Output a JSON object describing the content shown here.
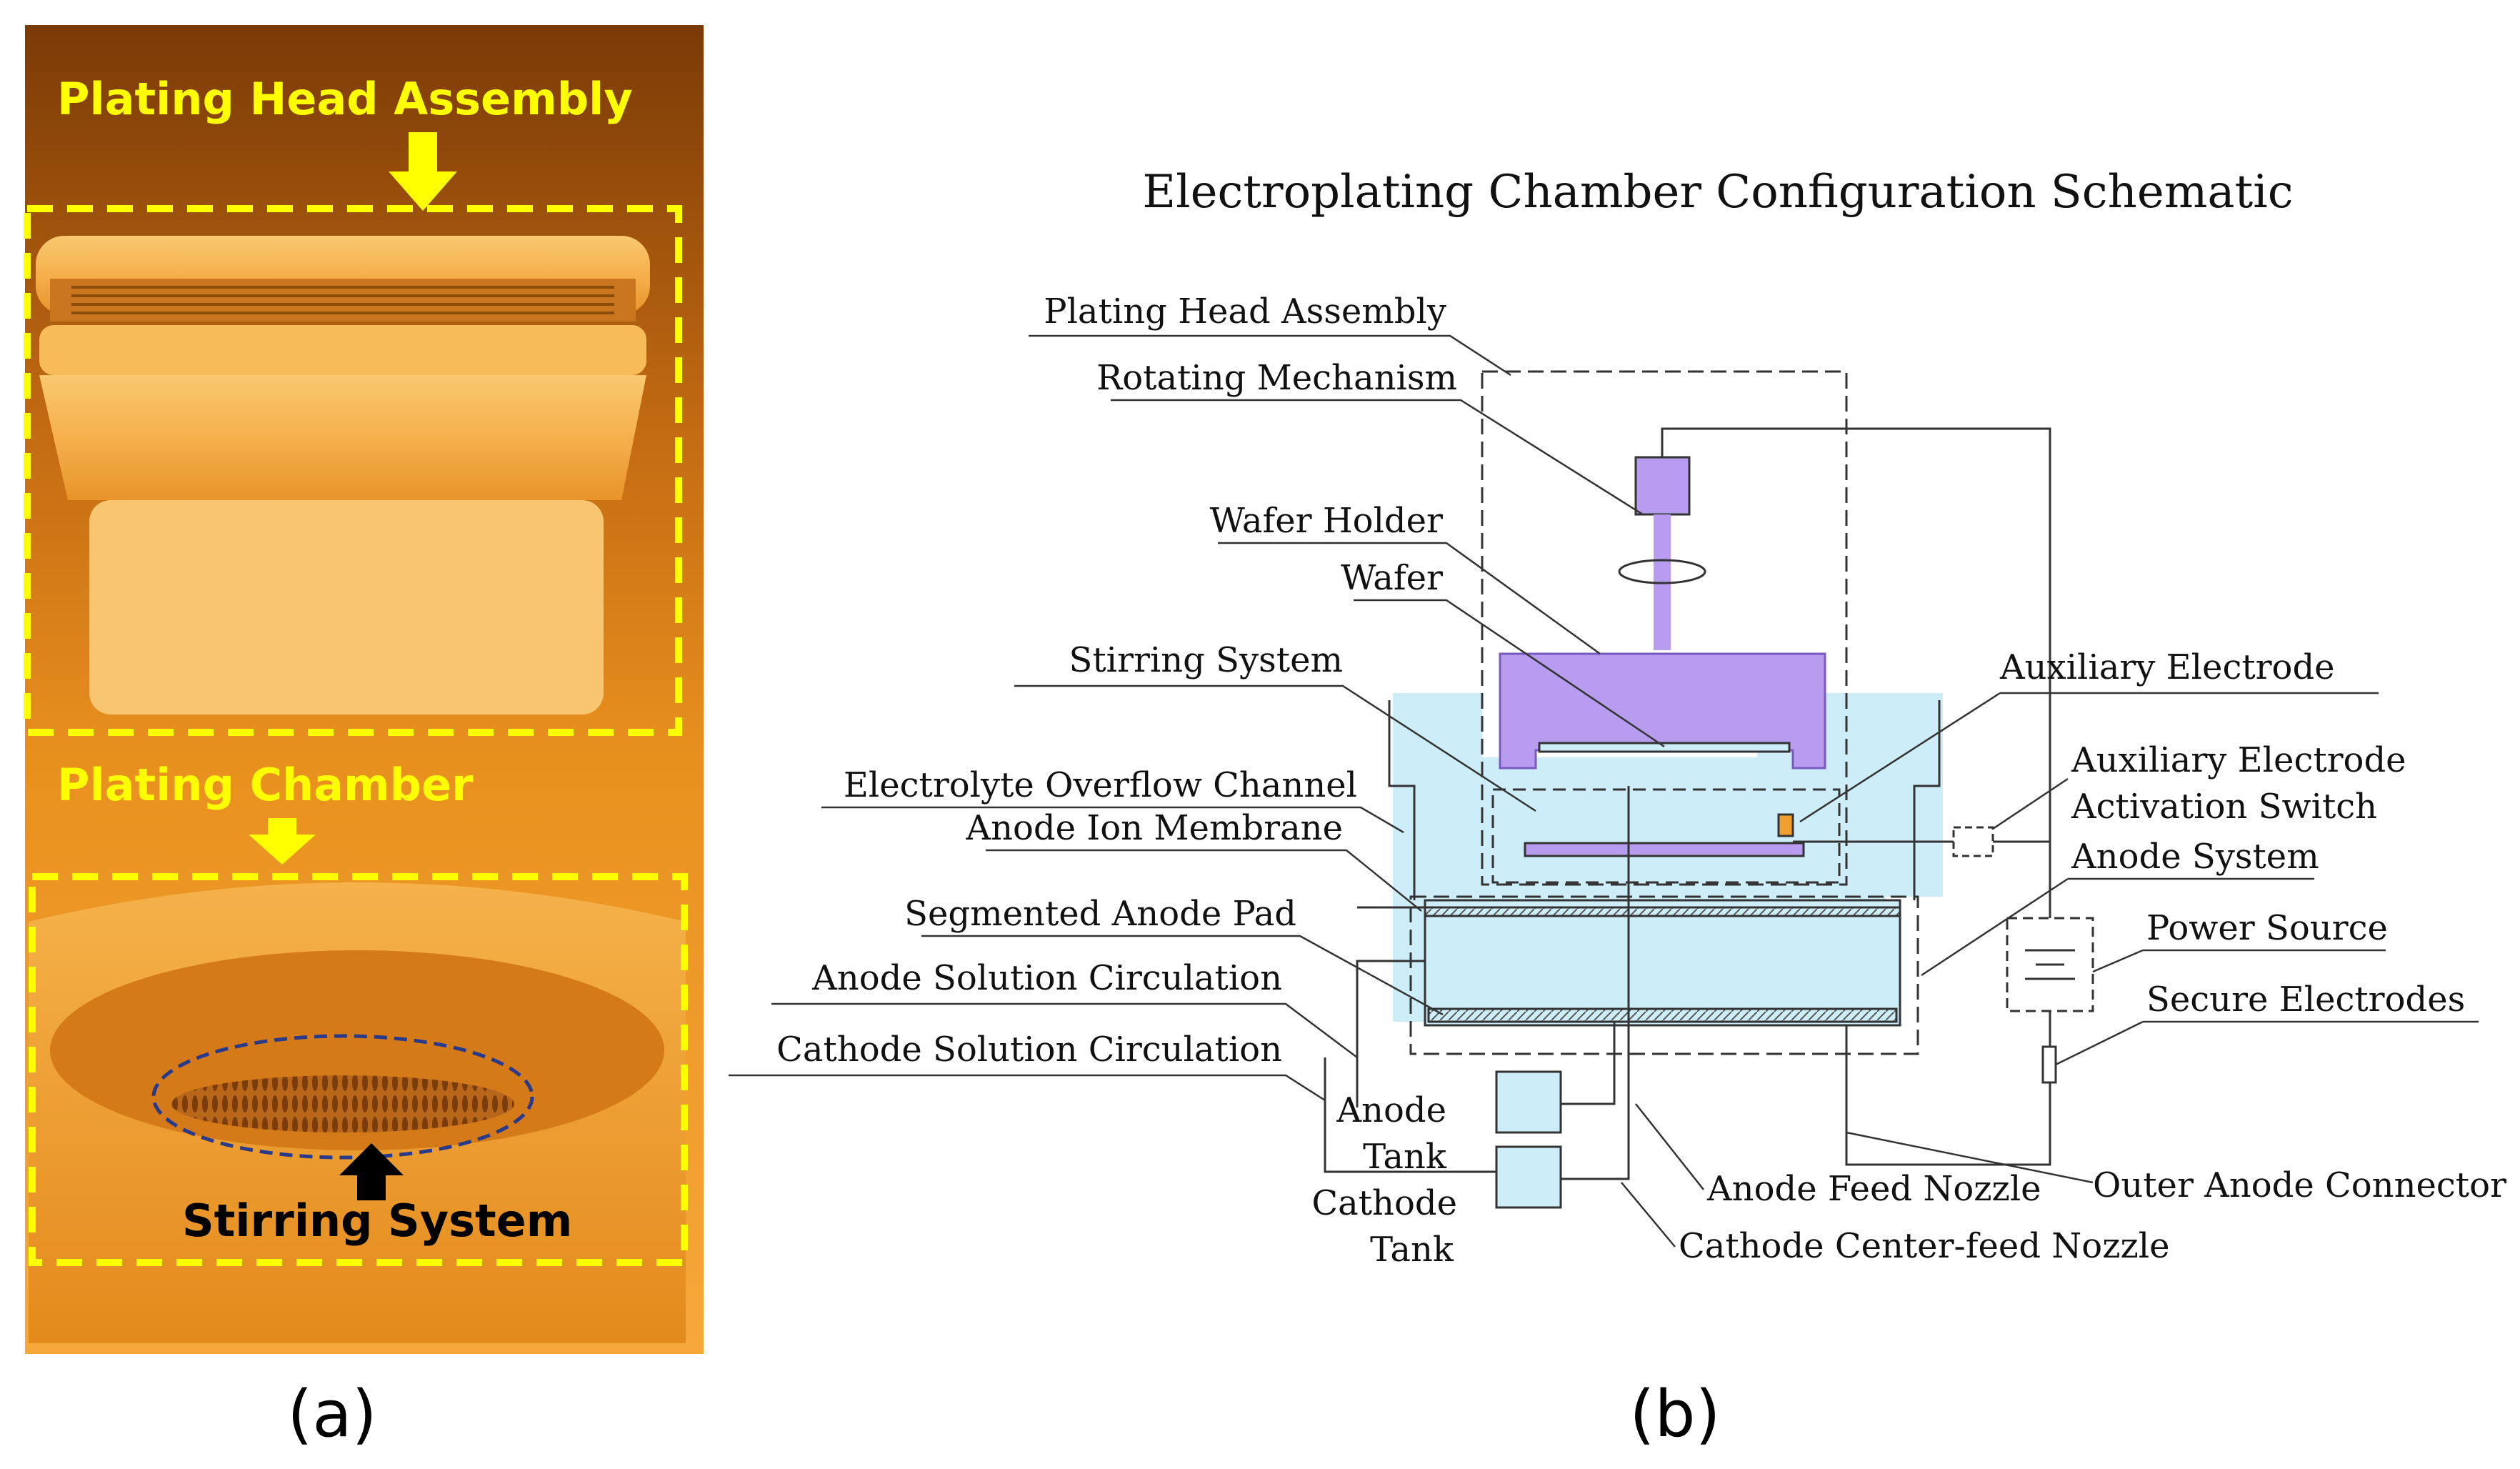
{
  "panel_a": {
    "labels": {
      "plating_head": "Plating Head Assembly",
      "plating_chamber": "Plating Chamber",
      "stirring_system": "Stirring System"
    },
    "caption": "(a)",
    "colors": {
      "highlight": "#ffff00",
      "photo_orange": "#f4a030",
      "photo_dark": "#8a4a08"
    }
  },
  "panel_b": {
    "title": "Electroplating Chamber Configuration Schematic",
    "labels": {
      "plating_head": "Plating Head Assembly",
      "rotating": "Rotating Mechanism",
      "wafer_holder": "Wafer Holder",
      "wafer": "Wafer",
      "stirring": "Stirring System",
      "overflow": "Electrolyte Overflow Channel",
      "membrane": "Anode Ion Membrane",
      "pad": "Segmented Anode Pad",
      "anode_circ": "Anode Solution Circulation",
      "cathode_circ": "Cathode Solution Circulation",
      "aux_electrode": "Auxiliary Electrode",
      "aux_switch_1": "Auxiliary Electrode",
      "aux_switch_2": "Activation Switch",
      "anode_system": "Anode System",
      "power": "Power Source",
      "secure": "Secure Electrodes",
      "outer_anode": "Outer Anode Connector",
      "anode_feed": "Anode Feed Nozzle",
      "cathode_feed": "Cathode Center-feed Nozzle",
      "anode_tank_1": "Anode",
      "anode_tank_2": "Tank",
      "cathode_tank_1": "Cathode",
      "cathode_tank_2": "Tank"
    },
    "caption": "(b)",
    "colors": {
      "liquid": "#cdeef8",
      "holder": "#b79cf0",
      "accent": "#f0a030"
    }
  }
}
